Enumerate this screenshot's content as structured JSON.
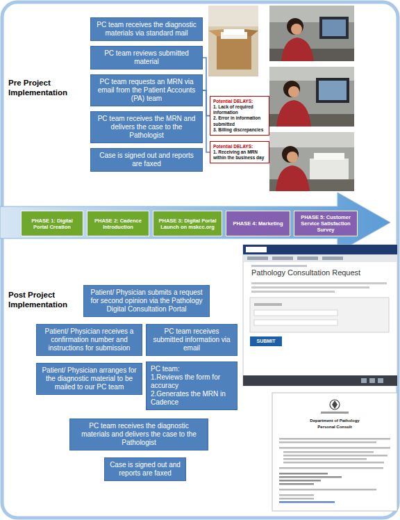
{
  "diagram": {
    "nodes": [
      {
        "text": [
          "PC team receives the diagnostic materials via standard mail"
        ]
      },
      {
        "text": [
          "PC team reviews submitted material"
        ]
      },
      {
        "text": [
          "PC team requests an MRN via email from the Patient Accounts (PA) team"
        ]
      },
      {
        "text": [
          "PC team receives the MRN and delivers the case to the Pathologist"
        ]
      },
      {
        "text": [
          "Case is signed out and reports are faxed"
        ]
      },
      {
        "text": [
          "Potential DELAYS:",
          "1. Lack of required information",
          "2. Error in information submitted",
          "3. Billing discrepancies"
        ]
      },
      {
        "text": [
          "Potential DELAYS:",
          "1. Receiving an MRN within the business day"
        ]
      },
      {
        "text": [
          "PHASE 1: Digital Portal Creation"
        ]
      },
      {
        "text": [
          "PHASE 2: Cadence Introduction"
        ]
      },
      {
        "text": [
          "PHASE 3: Digital Portal Launch on mskcc.org"
        ]
      },
      {
        "text": [
          "PHASE 4: Marketing"
        ]
      },
      {
        "text": [
          "PHASE 5: Customer Service Satisfaction Survey"
        ]
      },
      {
        "text": [
          "Patient/ Physician submits a request for second opinion via the Pathology Digital Consultation Portal"
        ]
      },
      {
        "text": [
          "Patient/ Physician receives a confirmation number and instructions for submission"
        ]
      },
      {
        "text": [
          "PC team receives submitted information via email"
        ]
      },
      {
        "text": [
          "Patient/ Physician arranges for the diagnostic material to be mailed to our PC team"
        ]
      },
      {
        "text": [
          "PC team:",
          "1.Reviews the form for accuracy",
          "2.Generates the MRN in Cadence"
        ]
      },
      {
        "text": [
          "PC team receives the diagnostic materials and delivers the case to the Pathologist"
        ]
      },
      {
        "text": [
          "Case is signed out and reports are faxed"
        ]
      }
    ],
    "edges": [
      {
        "from": 1,
        "to": 5,
        "arrow": "none"
      },
      {
        "from": 2,
        "to": 5,
        "arrow": "none"
      },
      {
        "from": 2,
        "to": 6,
        "arrow": "none"
      }
    ],
    "labels": [
      "Pre Project Implementation",
      "Post Project Implementation",
      "Pathology Consultation Request",
      "SUBMIT",
      "Department of Pathology",
      "Personal Consult"
    ]
  }
}
